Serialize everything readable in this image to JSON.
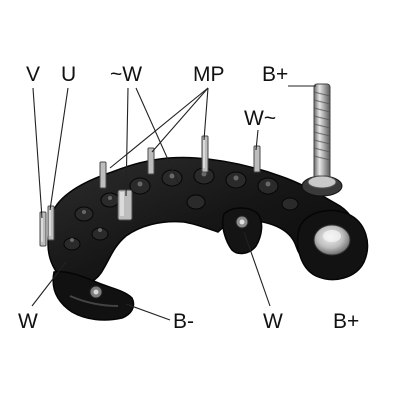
{
  "labels": {
    "v": "V",
    "u": "U",
    "w_tilde_left": "~W",
    "mp": "MP",
    "b_plus_top": "B+",
    "w_tilde_right": "W~",
    "w_bottom_left": "W",
    "b_minus": "B-",
    "w_bottom_mid": "W",
    "b_plus_bottom": "B+"
  },
  "colors": {
    "background": "#ffffff",
    "label_text": "#111111",
    "leader_line": "#222222",
    "board": "#1c1c1c",
    "metal": "#b8b8b8"
  }
}
